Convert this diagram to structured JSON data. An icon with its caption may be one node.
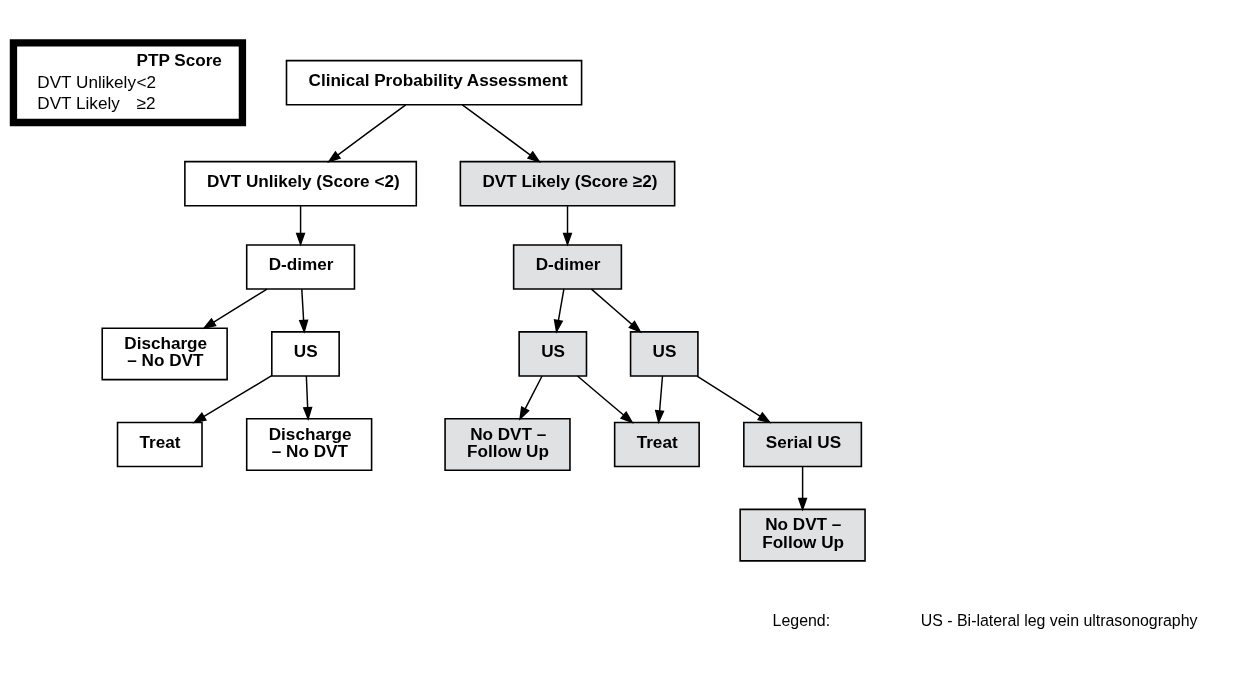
{
  "diagram": {
    "nodes": [
      {
        "text": [
          "PTP Score",
          "DVT Unlikely",
          "<2",
          "DVT Likely",
          "≥2"
        ]
      },
      {
        "text": [
          "Clinical Probability Assessment"
        ]
      },
      {
        "text": [
          "DVT Unlikely (Score <2)"
        ]
      },
      {
        "text": [
          "DVT Likely (Score ≥2)"
        ]
      },
      {
        "text": [
          "D-dimer"
        ]
      },
      {
        "text": [
          "Discharge – No DVT"
        ]
      },
      {
        "text": [
          "US"
        ]
      },
      {
        "text": [
          "Treat"
        ]
      },
      {
        "text": [
          "Discharge – No DVT"
        ]
      },
      {
        "text": [
          "D-dimer"
        ]
      },
      {
        "text": [
          "US"
        ]
      },
      {
        "text": [
          "US"
        ]
      },
      {
        "text": [
          "No DVT – Follow Up"
        ]
      },
      {
        "text": [
          "Treat"
        ]
      },
      {
        "text": [
          "Serial US"
        ]
      },
      {
        "text": [
          "No DVT – Follow Up"
        ]
      }
    ],
    "edges": [
      {
        "from": 1,
        "to": 2,
        "arrow": "to"
      },
      {
        "from": 1,
        "to": 3,
        "arrow": "to"
      },
      {
        "from": 2,
        "to": 4,
        "arrow": "to"
      },
      {
        "from": 4,
        "to": 5,
        "arrow": "to"
      },
      {
        "from": 4,
        "to": 6,
        "arrow": "to"
      },
      {
        "from": 6,
        "to": 7,
        "arrow": "to"
      },
      {
        "from": 6,
        "to": 8,
        "arrow": "to"
      },
      {
        "from": 3,
        "to": 9,
        "arrow": "to"
      },
      {
        "from": 9,
        "to": 10,
        "arrow": "to"
      },
      {
        "from": 9,
        "to": 11,
        "arrow": "to"
      },
      {
        "from": 10,
        "to": 12,
        "arrow": "to"
      },
      {
        "from": 10,
        "to": 13,
        "arrow": "to"
      },
      {
        "from": 11,
        "to": 13,
        "arrow": "to"
      },
      {
        "from": 11,
        "to": 14,
        "arrow": "to"
      },
      {
        "from": 14,
        "to": 15,
        "arrow": "to"
      }
    ],
    "labels": [
      "Legend:",
      "US - Bi-lateral leg vein ultrasonography"
    ]
  }
}
